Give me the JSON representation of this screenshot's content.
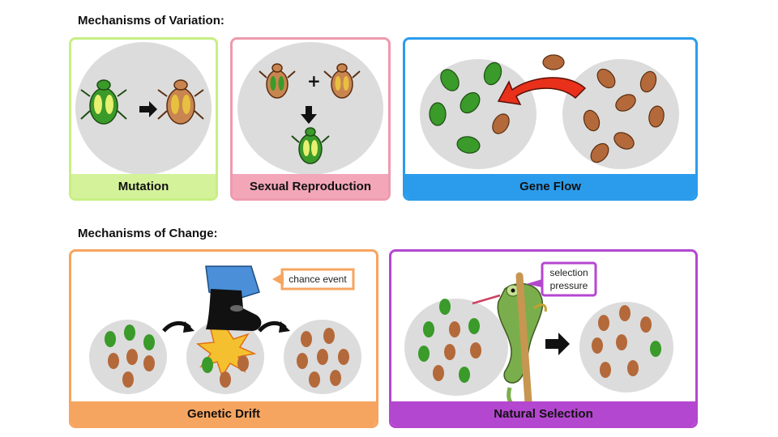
{
  "headings": {
    "variation": "Mechanisms of Variation:",
    "change": "Mechanisms of Change:"
  },
  "panels": {
    "mutation": {
      "label": "Mutation",
      "color": "#d4f29a",
      "border": "#c7ef84"
    },
    "sexual_reproduction": {
      "label": "Sexual Reproduction",
      "color": "#f2a6b8",
      "border": "#ee9aae"
    },
    "gene_flow": {
      "label": "Gene Flow",
      "color": "#2b9cec",
      "border": "#2b9cec"
    },
    "genetic_drift": {
      "label": "Genetic Drift",
      "color": "#f6a560",
      "border": "#f6a560",
      "callout": "chance event"
    },
    "natural_selection": {
      "label": "Natural Selection",
      "color": "#b447cf",
      "border": "#b447cf",
      "callout_line1": "selection",
      "callout_line2": "pressure"
    }
  },
  "colors": {
    "green_beetle": "#3a9a2a",
    "brown_beetle": "#b4693a",
    "circle": "#dcdcdc",
    "arrow_red": "#e8301a",
    "chameleon": "#7aae4c"
  }
}
